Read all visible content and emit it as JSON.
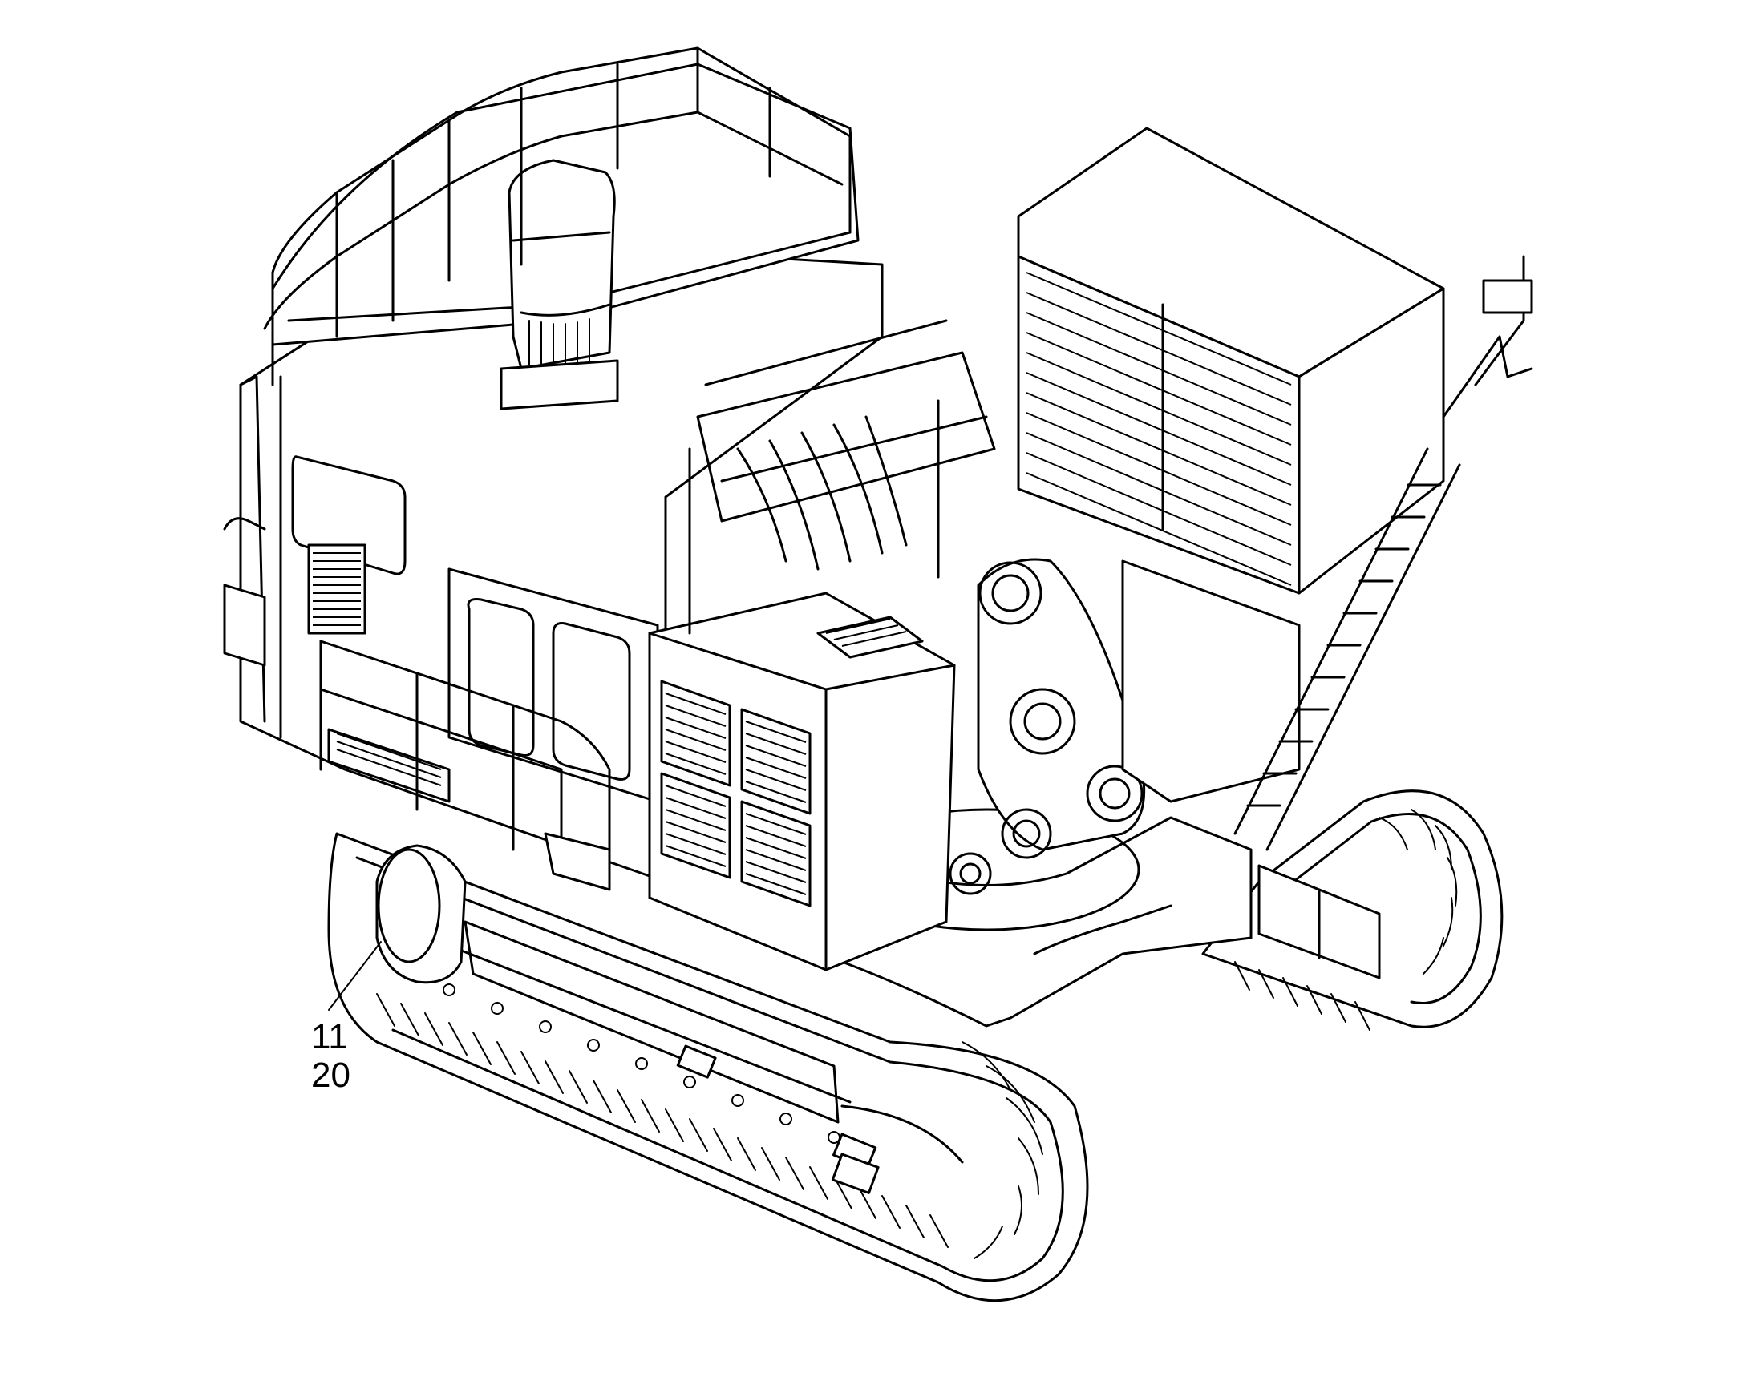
{
  "callouts": [
    {
      "lines": [
        "11",
        "20"
      ],
      "target": "rear-counterweight-drum"
    }
  ]
}
